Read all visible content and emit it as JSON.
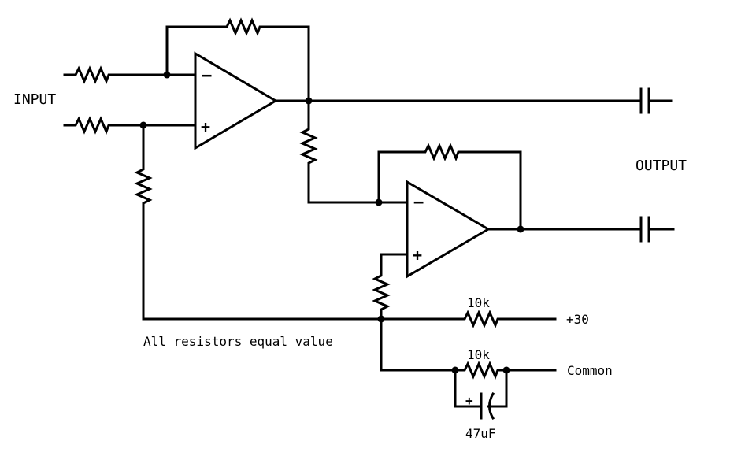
{
  "labels": {
    "input": "INPUT",
    "output": "OUTPUT",
    "r_supply": "10k",
    "supply": "+30",
    "r_common": "10k",
    "common": "Common",
    "cap": "47uF",
    "note": "All resistors equal value"
  },
  "opamp_signs": {
    "minus": "−",
    "plus": "+"
  },
  "colors": {
    "line": "#000000",
    "background": "#ffffff"
  }
}
